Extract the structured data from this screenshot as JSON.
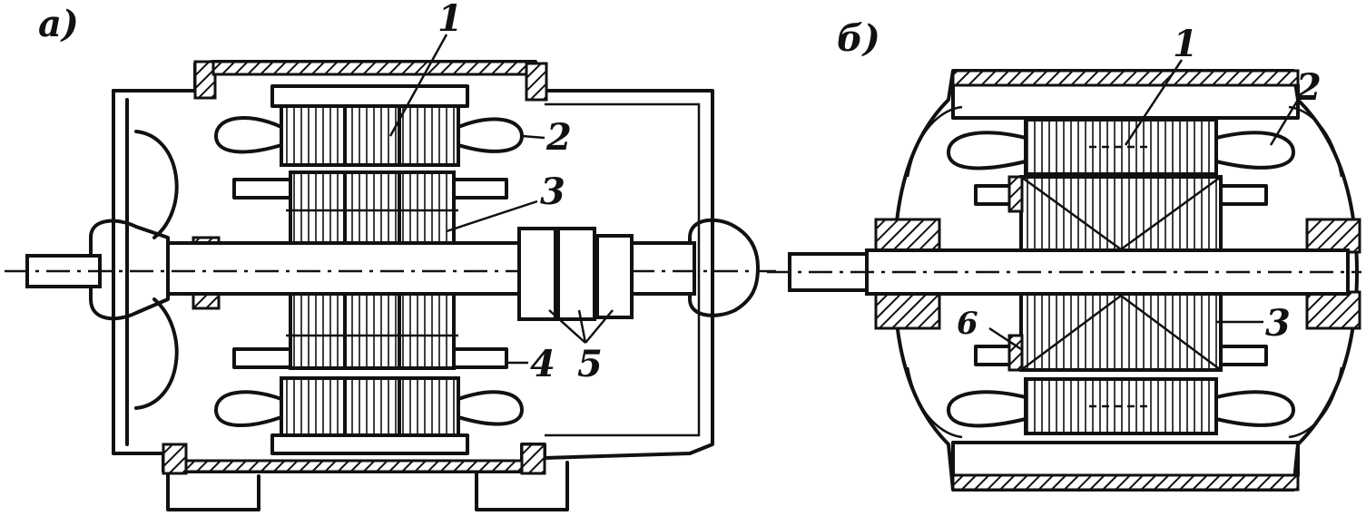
{
  "figures": [
    {
      "id": "a",
      "label": "а)",
      "callouts": [
        {
          "number": "1"
        },
        {
          "number": "2"
        },
        {
          "number": "3"
        },
        {
          "number": "4"
        },
        {
          "number": "5"
        }
      ]
    },
    {
      "id": "b",
      "label": "б)",
      "callouts": [
        {
          "number": "1"
        },
        {
          "number": "2"
        },
        {
          "number": "3"
        },
        {
          "number": "6"
        }
      ]
    }
  ],
  "colors": {
    "ink": "#111111",
    "paper": "#ffffff"
  }
}
